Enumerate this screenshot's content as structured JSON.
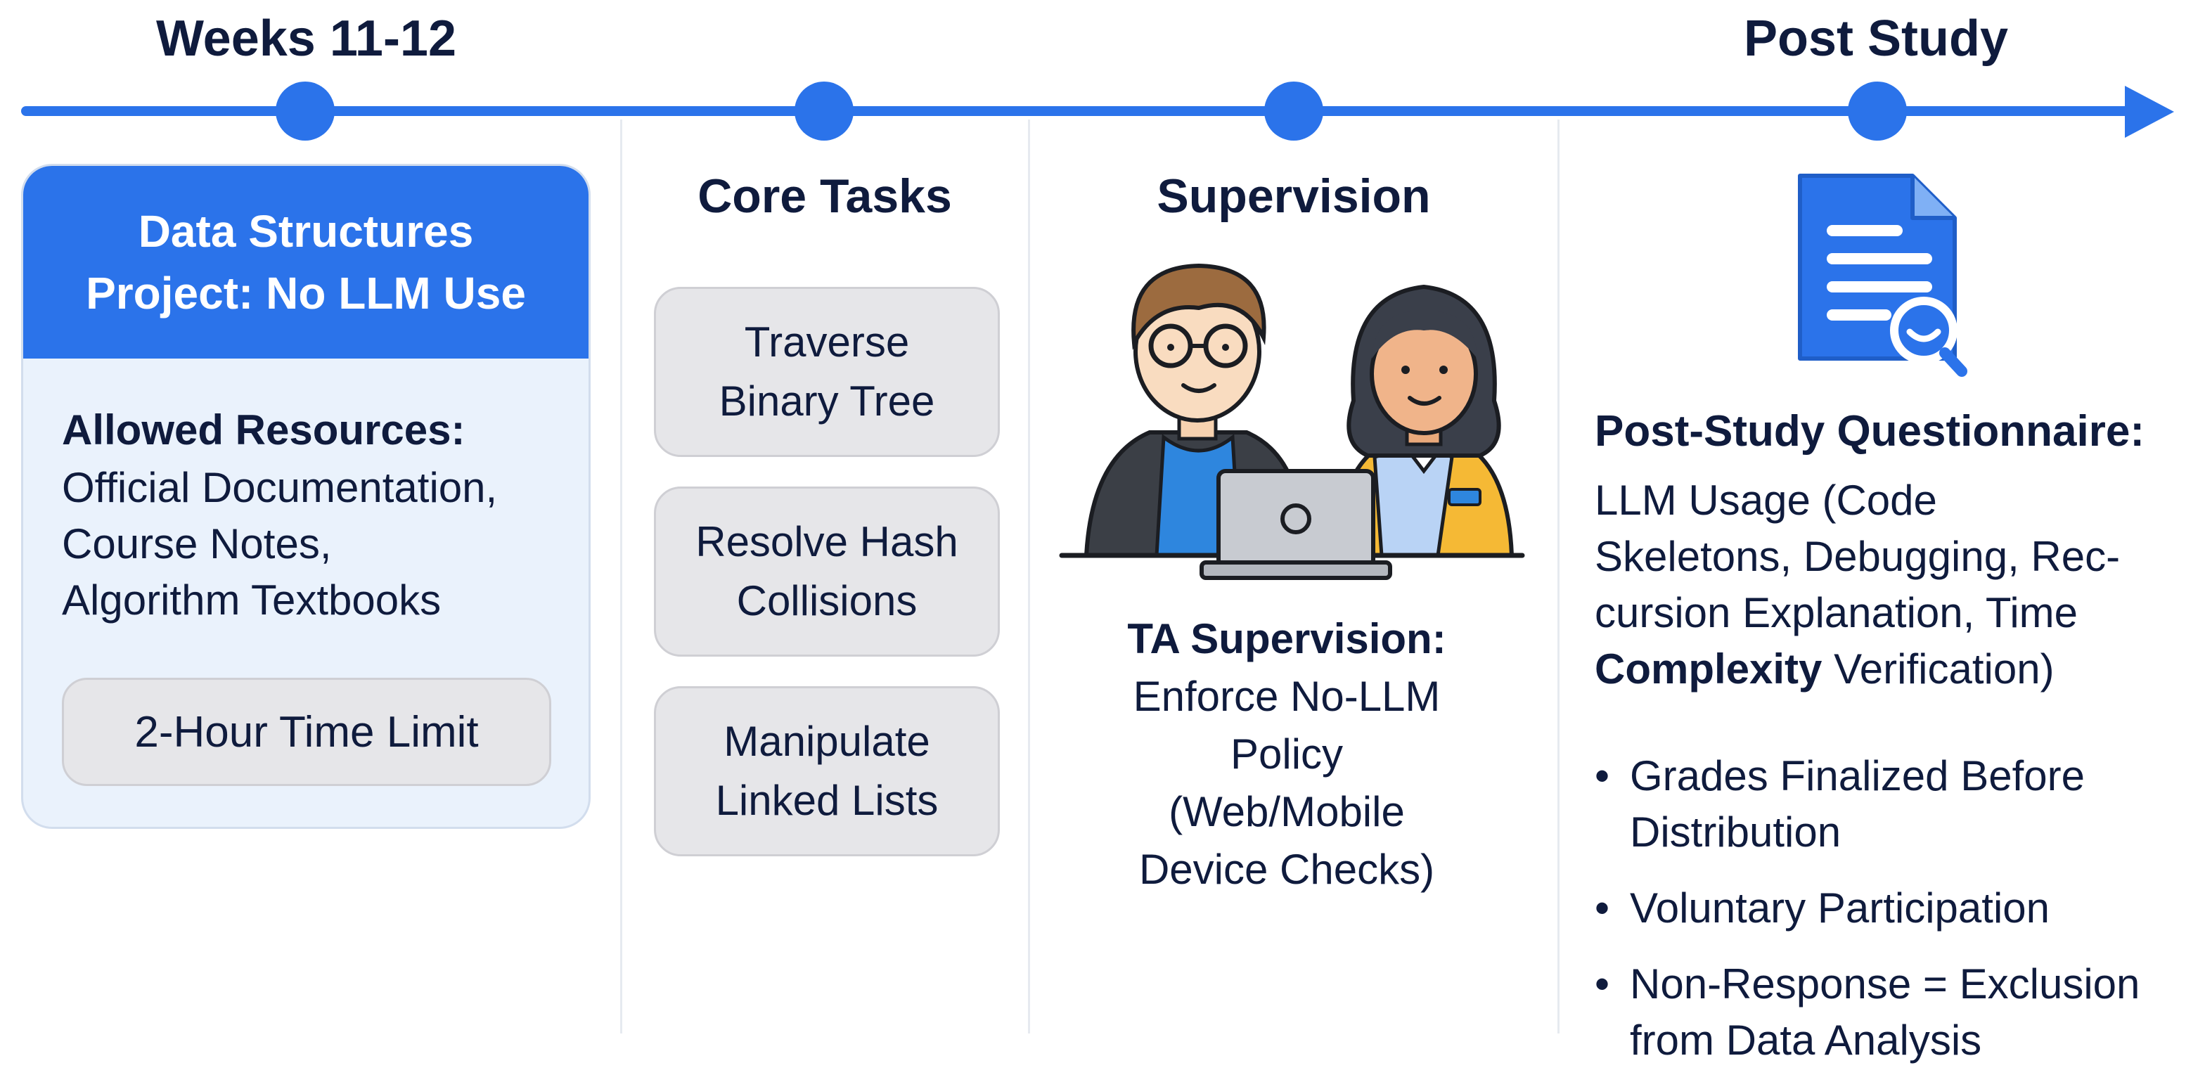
{
  "timeline": {
    "start_label": "Weeks 11-12",
    "end_label": "Post Study"
  },
  "project": {
    "title_line1": "Data Structures",
    "title_line2": "Project: No LLM Use",
    "resources_title": "Allowed Resources:",
    "resources": [
      "Official Documentation,",
      "Course Notes,",
      "Algorithm Textbooks"
    ],
    "time_limit": "2-Hour Time Limit"
  },
  "core_tasks": {
    "title": "Core Tasks",
    "tasks": [
      {
        "line1": "Traverse",
        "line2": "Binary Tree"
      },
      {
        "line1": "Resolve Hash",
        "line2": "Collisions"
      },
      {
        "line1": "Manipulate",
        "line2": "Linked Lists"
      }
    ]
  },
  "supervision": {
    "title": "Supervision",
    "heading": "TA Supervision:",
    "lines": [
      "Enforce No-LLM",
      "Policy",
      "(Web/Mobile",
      "Device Checks)"
    ]
  },
  "post_study": {
    "title": "Post-Study Questionnaire:",
    "desc_lines": [
      "LLM Usage (Code",
      "Skeletons, Debugging, Rec-",
      "cursion Explanation, Time"
    ],
    "desc_bold": "Complexity",
    "desc_tail": " Verification)",
    "bullets": [
      {
        "line1": "Grades Finalized Before",
        "line2": "Distribution"
      },
      {
        "line1": "Voluntary Participation",
        "line2": ""
      },
      {
        "line1": "Non-Response = Exclusion",
        "line2": "from Data Analysis"
      }
    ]
  },
  "colors": {
    "accent": "#2b73ea",
    "card_bg": "#eaf2fc",
    "box_bg": "#e6e6e9",
    "text": "#0f1b3d"
  },
  "icons": [
    "document-search-icon",
    "people-laptop-illustration"
  ]
}
